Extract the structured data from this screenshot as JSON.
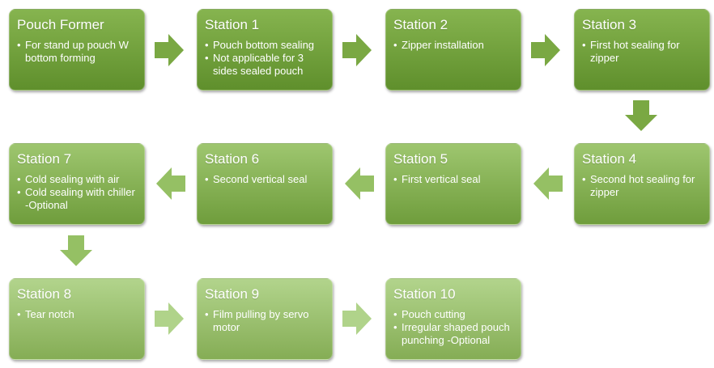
{
  "boxes": [
    {
      "id": "pouch-former",
      "title": "Pouch Former",
      "bullets": [
        "For stand up pouch W bottom forming"
      ]
    },
    {
      "id": "station-1",
      "title": "Station 1",
      "bullets": [
        "Pouch bottom sealing",
        "Not applicable for 3 sides sealed pouch"
      ]
    },
    {
      "id": "station-2",
      "title": "Station 2",
      "bullets": [
        "Zipper installation"
      ]
    },
    {
      "id": "station-3",
      "title": "Station 3",
      "bullets": [
        "First hot sealing for zipper"
      ]
    },
    {
      "id": "station-4",
      "title": "Station 4",
      "bullets": [
        "Second hot sealing for zipper"
      ]
    },
    {
      "id": "station-5",
      "title": "Station 5",
      "bullets": [
        "First vertical seal"
      ]
    },
    {
      "id": "station-6",
      "title": "Station 6",
      "bullets": [
        "Second vertical seal"
      ]
    },
    {
      "id": "station-7",
      "title": "Station 7",
      "bullets": [
        "Cold sealing with air",
        "Cold sealing with chiller -Optional"
      ]
    },
    {
      "id": "station-8",
      "title": "Station 8",
      "bullets": [
        "Tear notch"
      ]
    },
    {
      "id": "station-9",
      "title": "Station 9",
      "bullets": [
        "Film pulling by servo motor"
      ]
    },
    {
      "id": "station-10",
      "title": "Station 10",
      "bullets": [
        "Pouch cutting",
        "Irregular shaped pouch punching -Optional"
      ]
    }
  ],
  "colors": {
    "row1_top": "#86b44f",
    "row1_bottom": "#5f8f2c",
    "row2_top": "#9ec66f",
    "row2_bottom": "#6f9d3c",
    "row3_top": "#b2d48c",
    "row3_bottom": "#85ad55",
    "arrow_dark": "#7aa843",
    "arrow_mid": "#95c064",
    "arrow_light": "#b0d38a"
  }
}
